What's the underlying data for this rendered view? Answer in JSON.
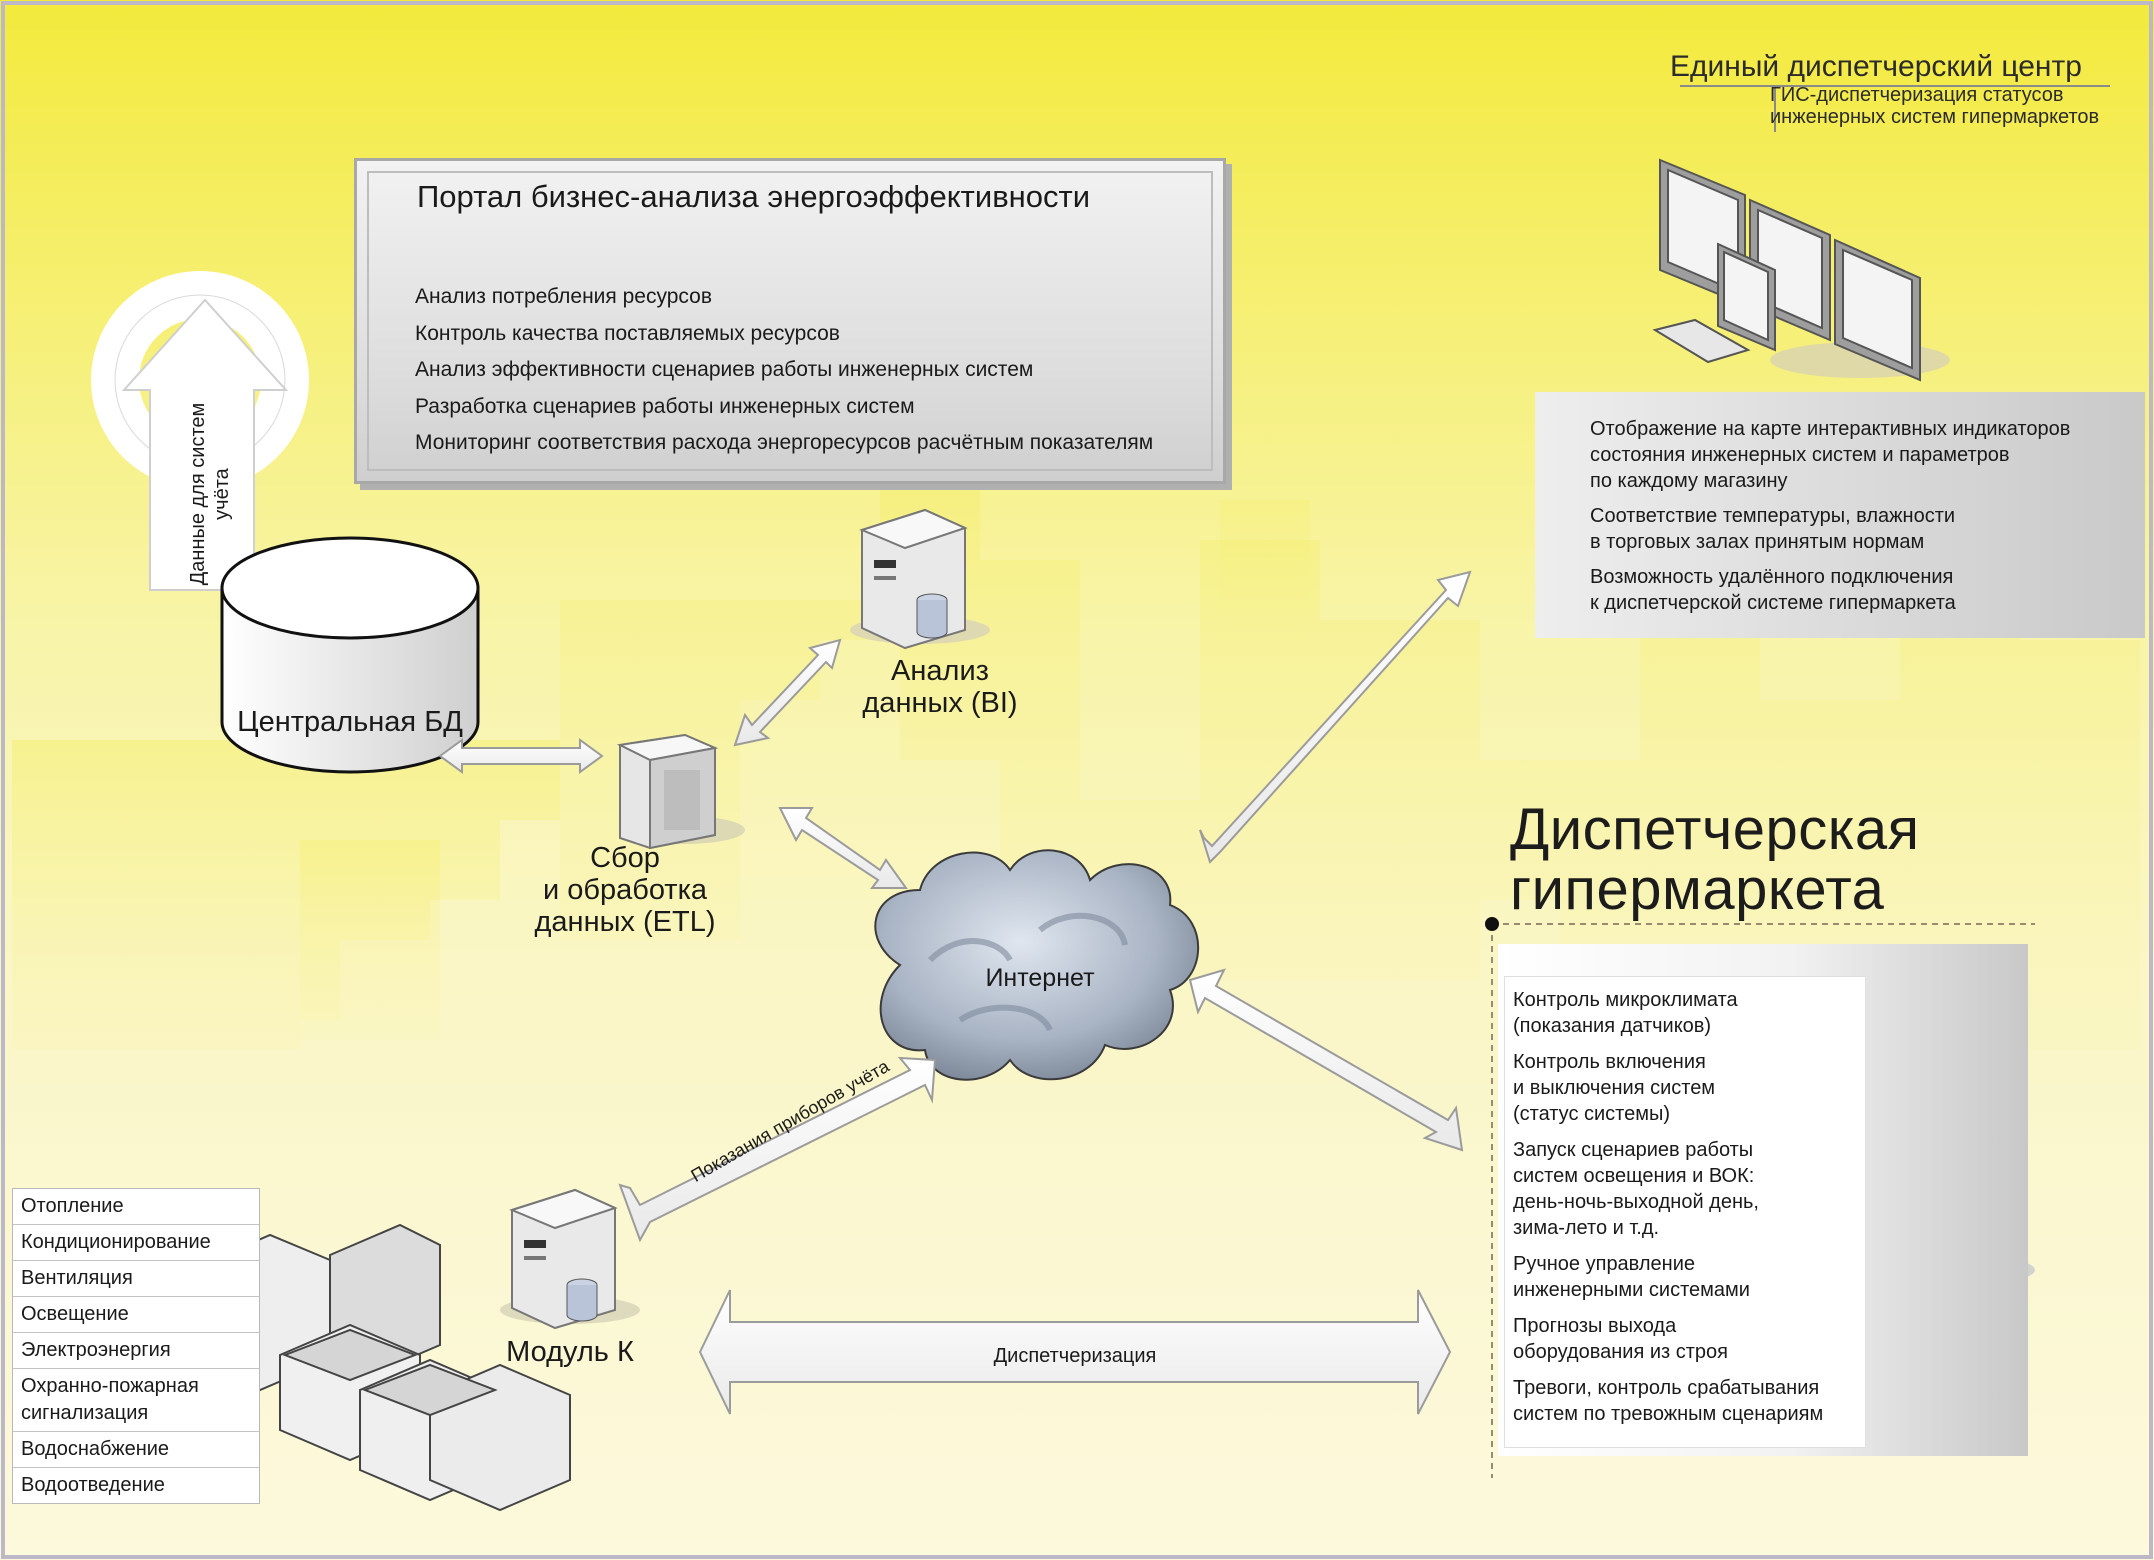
{
  "portal": {
    "title": "Портал бизнес-анализа энергоэффективности",
    "items": [
      "Анализ потребления ресурсов",
      "Контроль качества поставляемых ресурсов",
      "Анализ эффективности сценариев работы инженерных систем",
      "Разработка сценариев работы инженерных систем",
      "Мониторинг соответствия расхода энергоресурсов расчётным показателям"
    ]
  },
  "edc": {
    "title": "Единый диспетчерский центр",
    "subtitle": "ГИС-диспетчеризация статусов\nинженерных систем гипермаркетов",
    "items": [
      "Отображение на карте интерактивных индикаторов\nсостояния инженерных систем и параметров\nпо каждому магазину",
      "Соответствие температуры, влажности\nв торговых залах принятым нормам",
      "Возможность удалённого подключения\nк диспетчерской системе гипермаркета"
    ]
  },
  "nodes": {
    "central_db": "Центральная БД",
    "accounting_data": "Данные для систем\nучёта",
    "bi": "Анализ\nданных (BI)",
    "etl": "Сбор\nи обработка\nданных (ETL)",
    "internet": "Интернет",
    "meter_readings": "Показания приборов учёта",
    "module_k": "Модуль К",
    "dispatching": "Диспетчеризация"
  },
  "dispatch": {
    "title": "Диспетчерская\nгипермаркета",
    "items": [
      "Контроль микроклимата\n(показания датчиков)",
      "Контроль включения\nи выключения систем\n(статус системы)",
      "Запуск сценариев работы\nсистем освещения и ВОК:\nдень-ночь-выходной день,\nзима-лето и т.д.",
      "Ручное управление\nинженерными системами",
      "Прогнозы выхода\nоборудования из строя",
      "Тревоги, контроль срабатывания\nсистем по тревожным сценариям"
    ]
  },
  "systems": [
    "Отопление",
    "Кондиционирование",
    "Вентиляция",
    "Освещение",
    "Электроэнергия",
    "Охранно-пожарная\nсигнализация",
    "Водоснабжение",
    "Водоотведение"
  ]
}
